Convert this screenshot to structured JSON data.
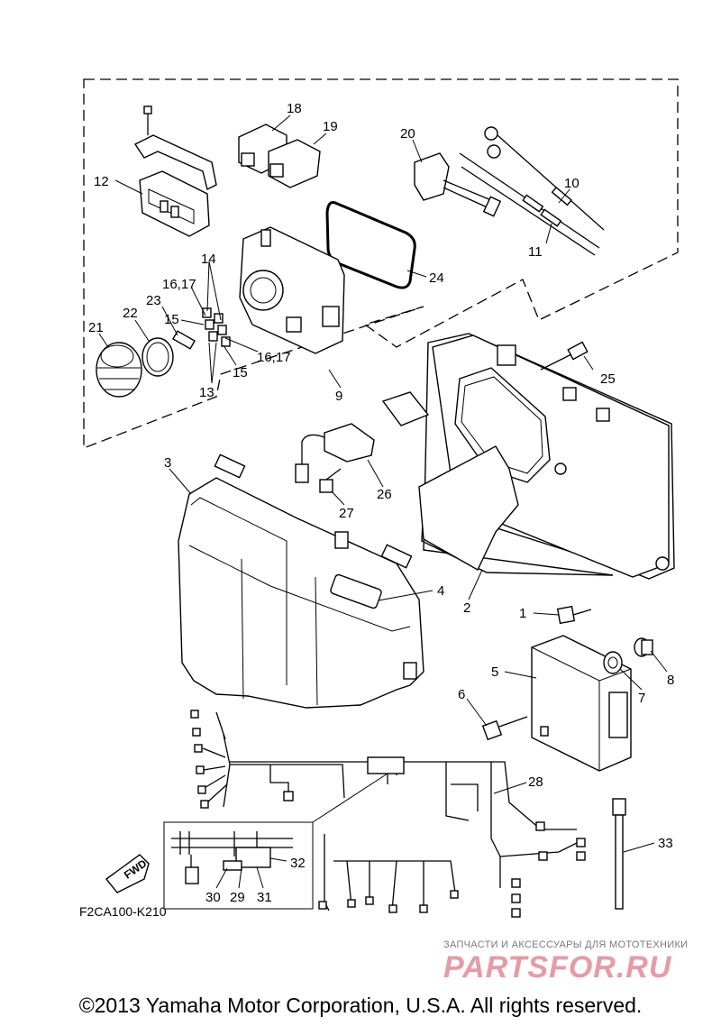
{
  "callouts": [
    "1",
    "2",
    "3",
    "4",
    "5",
    "6",
    "7",
    "8",
    "9",
    "10",
    "11",
    "12",
    "13",
    "14",
    "15",
    "15",
    "16,17",
    "16,17",
    "18",
    "19",
    "20",
    "21",
    "22",
    "23",
    "24",
    "25",
    "26",
    "27",
    "28",
    "29",
    "30",
    "31",
    "32",
    "33"
  ],
  "fwd_label": "FWD",
  "drawing_code": "F2CA100-K210",
  "watermark": {
    "tagline": "ЗАПЧАСТИ И АКСЕССУАРЫ ДЛЯ МОТОТЕХНИКИ",
    "brand": "PARTSFOR.RU"
  },
  "copyright": "©2013 Yamaha Motor Corporation, U.S.A. All rights reserved."
}
